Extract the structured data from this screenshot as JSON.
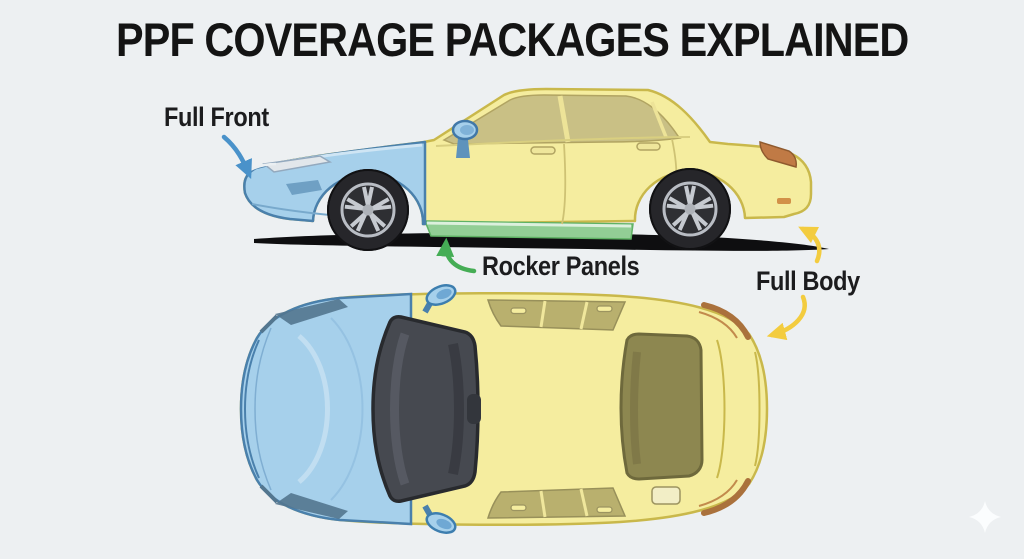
{
  "title": "PPF COVERAGE PACKAGES EXPLAINED",
  "labels": {
    "full_front": "Full Front",
    "rocker_panels": "Rocker Panels",
    "full_body": "Full Body"
  },
  "coverage_packages": [
    {
      "label": "Full Front",
      "color": "#A6D0EB",
      "arrow_color": "#4A92CA"
    },
    {
      "label": "Rocker Panels",
      "color": "#92CE95",
      "arrow_color": "#45AD55"
    },
    {
      "label": "Full Body",
      "color": "#F5ED9F",
      "arrow_color": "#F3CC3F"
    }
  ],
  "background_color": "#EDF0F2",
  "icons": {
    "bottom_right": "sparkle-icon"
  }
}
